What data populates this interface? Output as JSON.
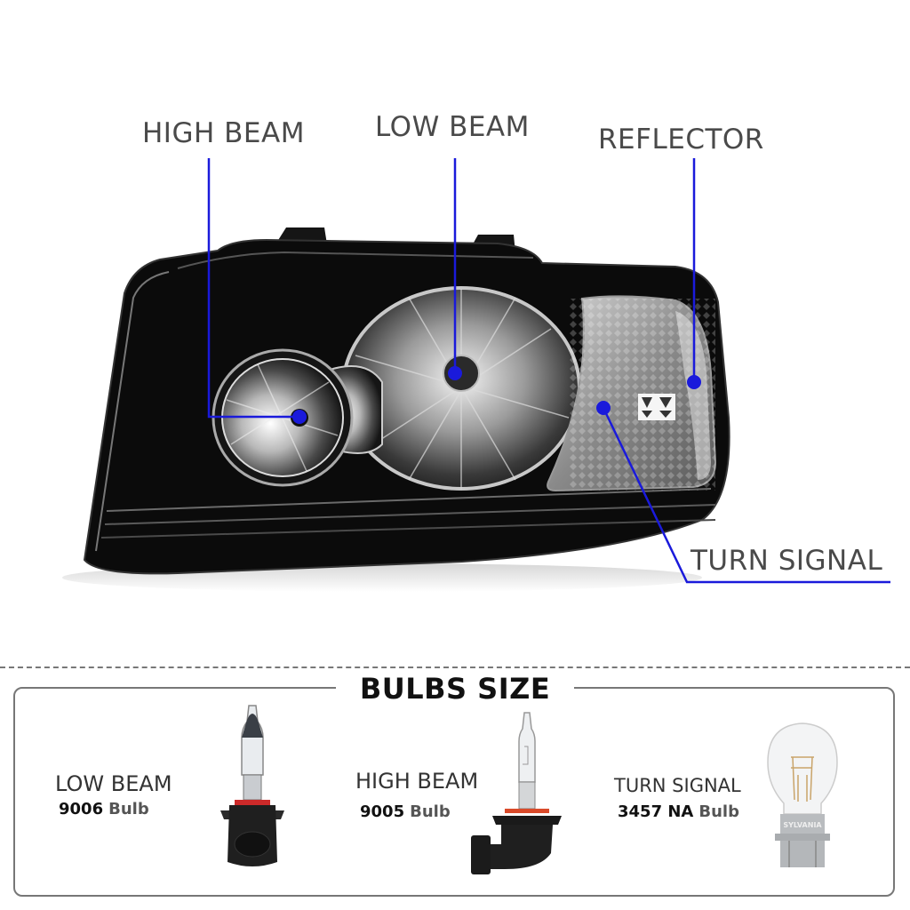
{
  "callouts": {
    "high_beam": "HIGH BEAM",
    "low_beam": "LOW BEAM",
    "reflector": "REFLECTOR",
    "turn_signal": "TURN SIGNAL"
  },
  "colors": {
    "callout_line": "#1a1adb",
    "housing": "#0b0b0b",
    "label_text": "#4a4a4a"
  },
  "bulbs_section": {
    "title": "BULBS SIZE",
    "items": [
      {
        "label": "LOW BEAM",
        "code": "9006",
        "unit": "Bulb"
      },
      {
        "label": "HIGH BEAM",
        "code": "9005",
        "unit": "Bulb"
      },
      {
        "label": "TURN SIGNAL",
        "code": "3457 NA",
        "unit": "Bulb",
        "brand": "SYLVANIA"
      }
    ]
  }
}
